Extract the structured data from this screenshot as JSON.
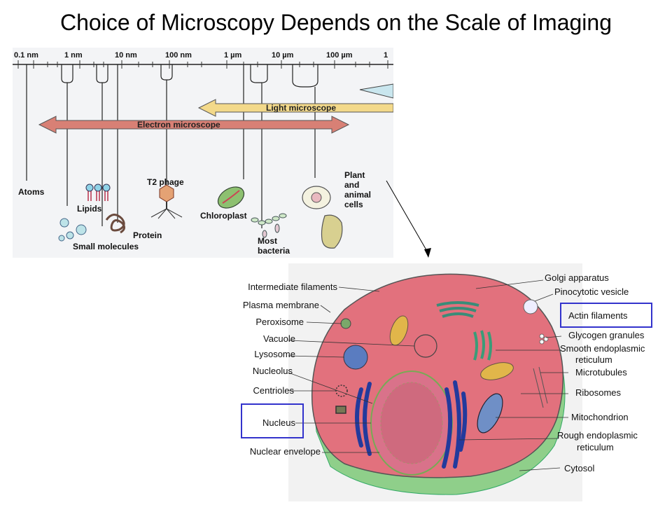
{
  "title": "Choice of Microscopy Depends on the Scale of Imaging",
  "scale": {
    "ticks": [
      "0.1 nm",
      "1 nm",
      "10 nm",
      "100 nm",
      "1 µm",
      "10 µm",
      "100 µm",
      "1"
    ],
    "light_label": "Light microscope",
    "electron_label": "Electron microscope",
    "items": {
      "atoms": "Atoms",
      "lipids": "Lipids",
      "small_molecules": "Small molecules",
      "protein": "Protein",
      "t2_phage": "T2 phage",
      "chloroplast": "Chloroplast",
      "most_bacteria_1": "Most",
      "most_bacteria_2": "bacteria",
      "plant_1": "Plant",
      "plant_2": "and",
      "plant_3": "animal",
      "plant_4": "cells"
    }
  },
  "cell": {
    "left_labels": [
      "Intermediate filaments",
      "Plasma membrane",
      "Peroxisome",
      "Vacuole",
      "Lysosome",
      "Nucleolus",
      "Centrioles",
      "Nucleus",
      "Nuclear envelope"
    ],
    "right_labels": {
      "golgi": "Golgi apparatus",
      "pino": "Pinocytotic vesicle",
      "actin": "Actin filaments",
      "glycogen": "Glycogen granules",
      "ser_1": "Smooth endoplasmic",
      "ser_2": "reticulum",
      "microtubules": "Microtubules",
      "ribosomes": "Ribosomes",
      "mito": "Mitochondrion",
      "rer_1": "Rough endoplasmic",
      "rer_2": "reticulum",
      "cytosol": "Cytosol"
    },
    "highlight_color": "#3333cc"
  }
}
